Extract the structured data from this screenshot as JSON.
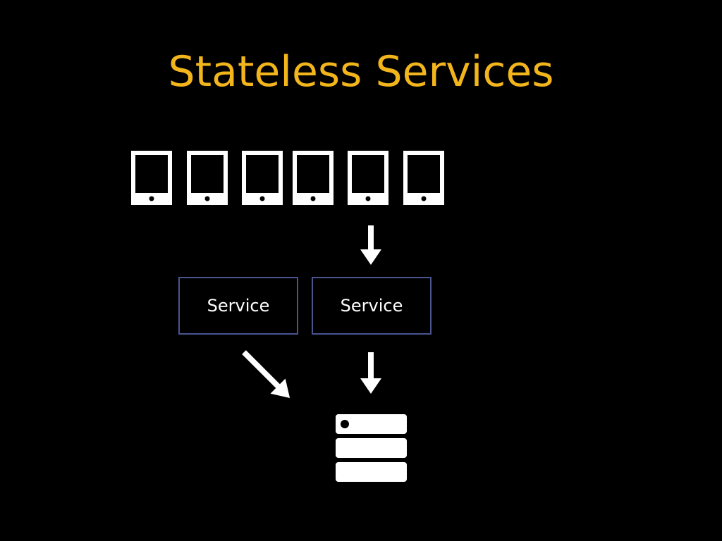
{
  "slide": {
    "title": "Stateless Services"
  },
  "colors": {
    "background": "#000000",
    "title": "#f2b51c",
    "box_border": "#4a5590",
    "foreground": "#ffffff"
  },
  "clients": {
    "icon": "tablet-icon",
    "count": 6
  },
  "services": [
    {
      "label": "Service"
    },
    {
      "label": "Service"
    }
  ],
  "database": {
    "icon": "database-server-icon"
  },
  "arrows": [
    {
      "icon": "arrow-down-icon",
      "from": "clients",
      "to": "service-2"
    },
    {
      "icon": "arrow-diagonal-icon",
      "from": "service-1",
      "to": "database"
    },
    {
      "icon": "arrow-down-icon",
      "from": "service-2",
      "to": "database"
    }
  ]
}
